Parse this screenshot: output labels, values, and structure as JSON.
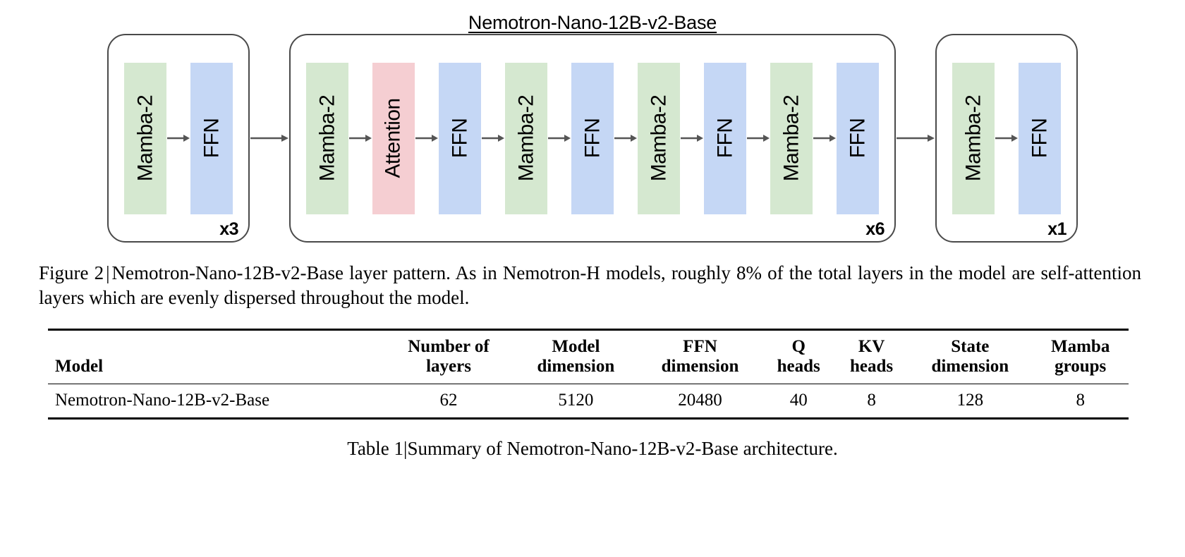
{
  "figure": {
    "title": "Nemotron-Nano-12B-v2-Base",
    "caption_prefix": "Figure 2",
    "caption_separator": "|",
    "caption_text": "Nemotron-Nano-12B-v2-Base layer pattern. As in Nemotron-H models, roughly 8% of the total layers in the model are self-attention layers which are evenly dispersed throughout the model."
  },
  "colors": {
    "mamba": "#d5e8d0",
    "ffn": "#c5d7f5",
    "attention": "#f5ced2",
    "group_border": "#4a4a4a",
    "arrow": "#555555"
  },
  "diagram": {
    "groups": [
      {
        "count_label": "x3",
        "blocks": [
          {
            "label": "Mamba-2",
            "kind": "mamba"
          },
          {
            "label": "FFN",
            "kind": "ffn"
          }
        ]
      },
      {
        "count_label": "x6",
        "blocks": [
          {
            "label": "Mamba-2",
            "kind": "mamba"
          },
          {
            "label": "Attention",
            "kind": "attn"
          },
          {
            "label": "FFN",
            "kind": "ffn"
          },
          {
            "label": "Mamba-2",
            "kind": "mamba"
          },
          {
            "label": "FFN",
            "kind": "ffn"
          },
          {
            "label": "Mamba-2",
            "kind": "mamba"
          },
          {
            "label": "FFN",
            "kind": "ffn"
          },
          {
            "label": "Mamba-2",
            "kind": "mamba"
          },
          {
            "label": "FFN",
            "kind": "ffn"
          }
        ]
      },
      {
        "count_label": "x1",
        "blocks": [
          {
            "label": "Mamba-2",
            "kind": "mamba"
          },
          {
            "label": "FFN",
            "kind": "ffn"
          }
        ]
      }
    ]
  },
  "table": {
    "caption_prefix": "Table 1",
    "caption_separator": "|",
    "caption_text": "Summary of Nemotron-Nano-12B-v2-Base architecture.",
    "headers": [
      {
        "line1": "Model",
        "line2": ""
      },
      {
        "line1": "Number of",
        "line2": "layers"
      },
      {
        "line1": "Model",
        "line2": "dimension"
      },
      {
        "line1": "FFN",
        "line2": "dimension"
      },
      {
        "line1": "Q",
        "line2": "heads"
      },
      {
        "line1": "KV",
        "line2": "heads"
      },
      {
        "line1": "State",
        "line2": "dimension"
      },
      {
        "line1": "Mamba",
        "line2": "groups"
      }
    ],
    "rows": [
      {
        "model": "Nemotron-Nano-12B-v2-Base",
        "num_layers": "62",
        "model_dimension": "5120",
        "ffn_dimension": "20480",
        "q_heads": "40",
        "kv_heads": "8",
        "state_dimension": "128",
        "mamba_groups": "8"
      }
    ]
  }
}
